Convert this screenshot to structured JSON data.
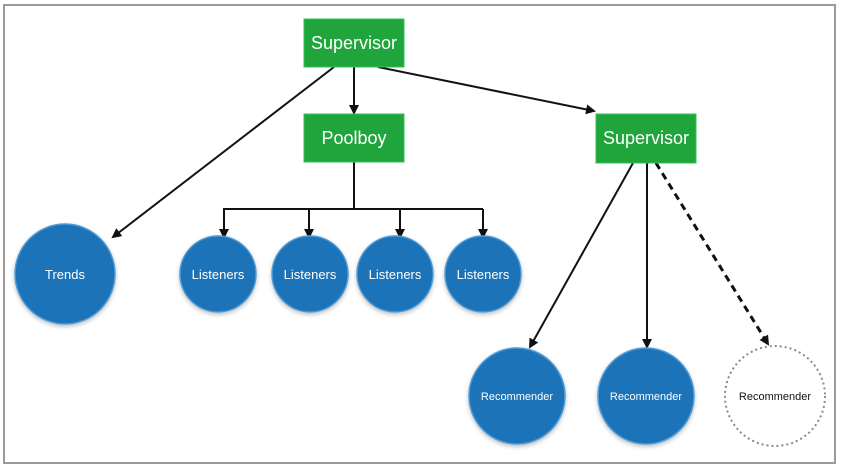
{
  "colors": {
    "box_fill": "#20a53c",
    "box_stroke": "#2fc24f",
    "circle_fill": "#1a73b8",
    "circle_stroke": "#4f9bd6",
    "edge": "#111111",
    "placeholder_stroke": "#8a8a8a"
  },
  "nodes": {
    "supervisor_root": {
      "label": "Supervisor"
    },
    "poolboy": {
      "label": "Poolboy"
    },
    "supervisor_child": {
      "label": "Supervisor"
    },
    "trends": {
      "label": "Trends"
    },
    "listeners": [
      {
        "label": "Listeners"
      },
      {
        "label": "Listeners"
      },
      {
        "label": "Listeners"
      },
      {
        "label": "Listeners"
      }
    ],
    "recommenders": [
      {
        "label": "Recommender",
        "style": "solid"
      },
      {
        "label": "Recommender",
        "style": "solid"
      },
      {
        "label": "Recommender",
        "style": "dashed"
      }
    ]
  }
}
